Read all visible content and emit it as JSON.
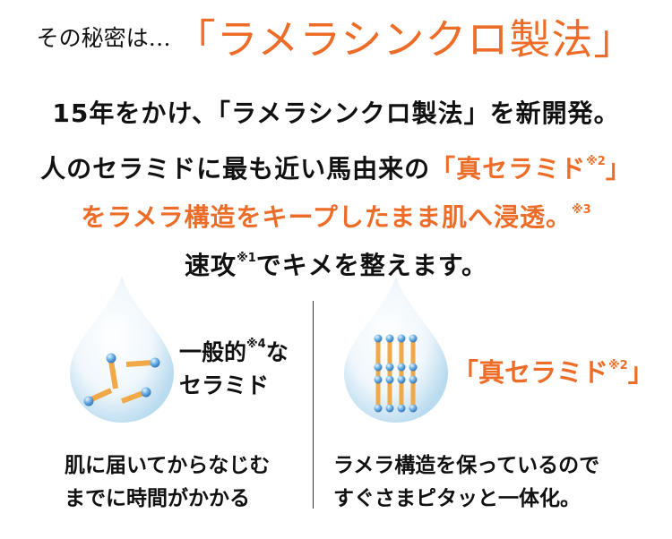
{
  "heading": {
    "lead": "その秘密は…",
    "accent": "「ラメラシンクロ製法」"
  },
  "lines": {
    "l1": "15年をかけ、「ラメラシンクロ製法」を新開発。",
    "l2_main": "人のセラミドに最も近い馬由来の",
    "l2_orange": "「真セラミド",
    "l2_note": "※2",
    "l2_close": "」",
    "l3_main": "をラメラ構造をキープしたまま肌へ浸透。",
    "l3_note": "※3",
    "l4_a": "速攻",
    "l4_note": "※1",
    "l4_b": "でキメを整えます。"
  },
  "left_panel": {
    "caption_line1_a": "一般的",
    "caption_note": "※4",
    "caption_line1_b": "な",
    "caption_line2": "セラミド",
    "desc_line1": "肌に届いてからなじむ",
    "desc_line2": "までに時間がかかる"
  },
  "right_panel": {
    "caption_open": "「真セラミド",
    "caption_note": "※2",
    "caption_close": "」",
    "desc_line1": "ラメラ構造を保っているので",
    "desc_line2": "すぐさまピタッと一体化。"
  },
  "colors": {
    "accent": "#ed6d28",
    "text": "#111111",
    "molecule_head": "#3c8fd0",
    "molecule_tail": "#f0a848"
  }
}
